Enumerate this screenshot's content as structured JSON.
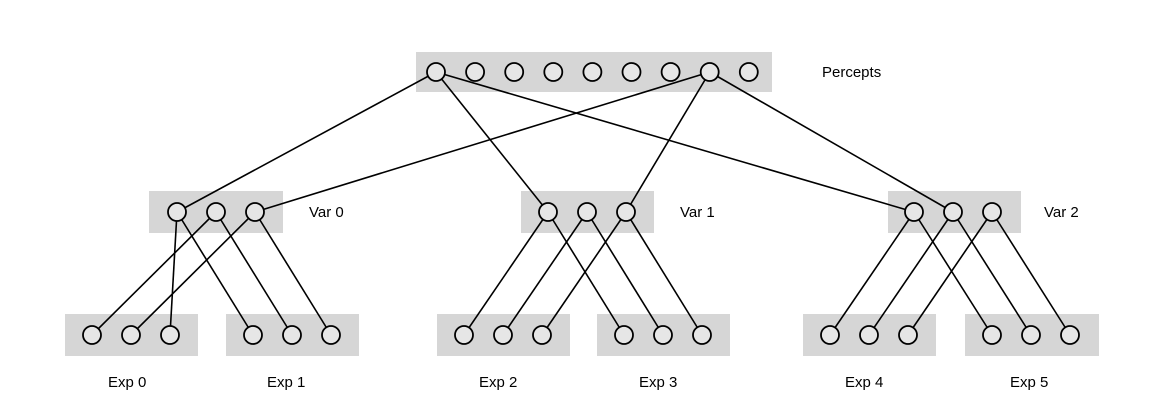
{
  "colors": {
    "box": "#d6d6d6",
    "node_fill": "#e6e6e6",
    "stroke": "#000000",
    "background": "#ffffff"
  },
  "groups": {
    "percepts": {
      "label": "Percepts",
      "node_count": 9
    },
    "var0": {
      "label": "Var 0",
      "node_count": 3
    },
    "var1": {
      "label": "Var 1",
      "node_count": 3
    },
    "var2": {
      "label": "Var 2",
      "node_count": 3
    },
    "exp0": {
      "label": "Exp 0",
      "node_count": 3
    },
    "exp1": {
      "label": "Exp 1",
      "node_count": 3
    },
    "exp2": {
      "label": "Exp 2",
      "node_count": 3
    },
    "exp3": {
      "label": "Exp 3",
      "node_count": 3
    },
    "exp4": {
      "label": "Exp 4",
      "node_count": 3
    },
    "exp5": {
      "label": "Exp 5",
      "node_count": 3
    }
  },
  "edges": [
    [
      "percepts",
      0,
      "var0",
      0
    ],
    [
      "percepts",
      0,
      "var1",
      0
    ],
    [
      "percepts",
      0,
      "var2",
      0
    ],
    [
      "percepts",
      7,
      "var0",
      2
    ],
    [
      "percepts",
      7,
      "var1",
      2
    ],
    [
      "percepts",
      7,
      "var2",
      1
    ],
    [
      "var0",
      0,
      "exp0",
      2
    ],
    [
      "var0",
      0,
      "exp1",
      0
    ],
    [
      "var0",
      1,
      "exp0",
      0
    ],
    [
      "var0",
      1,
      "exp1",
      1
    ],
    [
      "var0",
      2,
      "exp0",
      1
    ],
    [
      "var0",
      2,
      "exp1",
      2
    ],
    [
      "var1",
      0,
      "exp2",
      0
    ],
    [
      "var1",
      0,
      "exp3",
      0
    ],
    [
      "var1",
      1,
      "exp2",
      1
    ],
    [
      "var1",
      1,
      "exp3",
      1
    ],
    [
      "var1",
      2,
      "exp2",
      2
    ],
    [
      "var1",
      2,
      "exp3",
      2
    ],
    [
      "var2",
      0,
      "exp4",
      0
    ],
    [
      "var2",
      0,
      "exp5",
      0
    ],
    [
      "var2",
      1,
      "exp4",
      1
    ],
    [
      "var2",
      1,
      "exp5",
      1
    ],
    [
      "var2",
      2,
      "exp4",
      2
    ],
    [
      "var2",
      2,
      "exp5",
      2
    ]
  ]
}
